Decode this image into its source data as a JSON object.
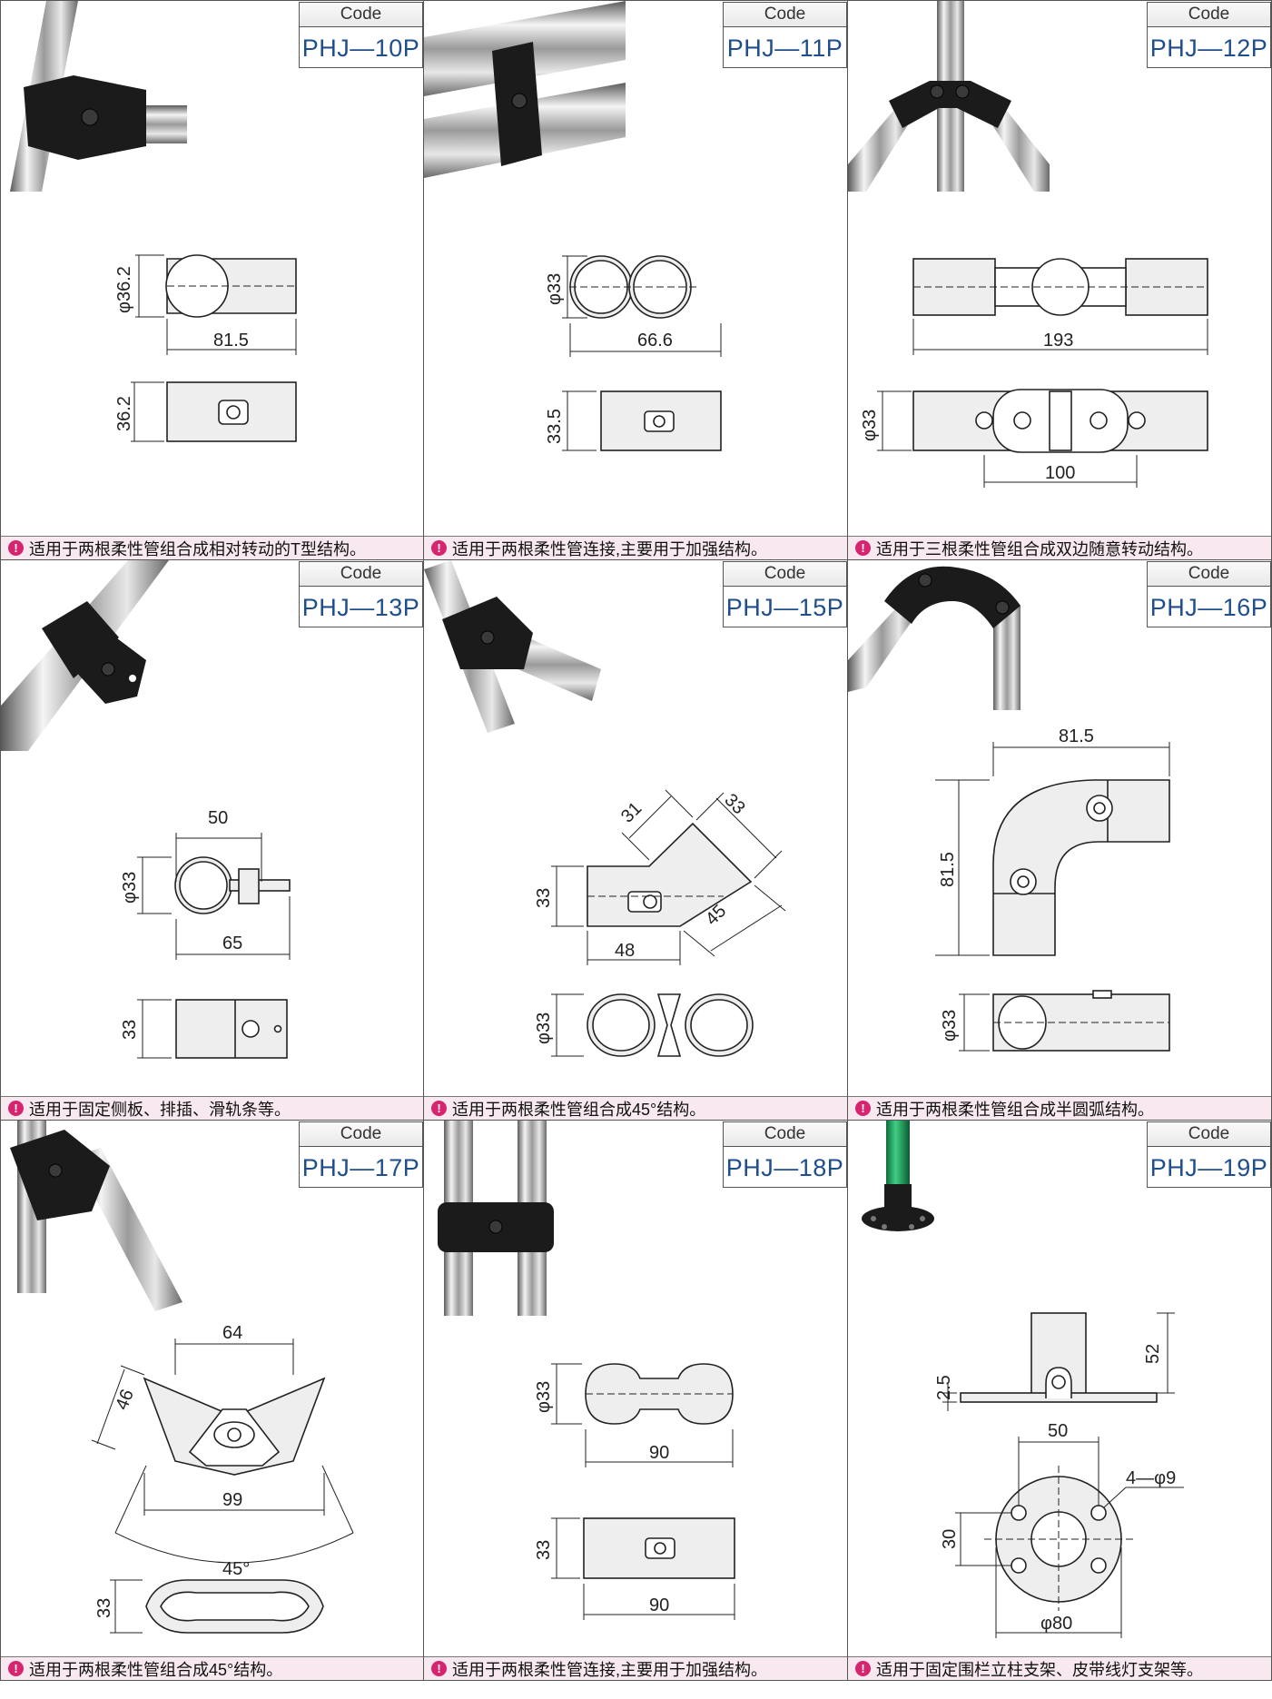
{
  "code_label": "Code",
  "cells": [
    {
      "code": "PHJ—10P",
      "description": "适用于两根柔性管组合成相对转动的T型结构。",
      "dims": [
        "φ36.2",
        "81.5",
        "36.2"
      ]
    },
    {
      "code": "PHJ—11P",
      "description": "适用于两根柔性管连接,主要用于加强结构。",
      "dims": [
        "φ33",
        "66.6",
        "33.5"
      ]
    },
    {
      "code": "PHJ—12P",
      "description": "适用于三根柔性管组合成双边随意转动结构。",
      "dims": [
        "193",
        "φ33",
        "100"
      ]
    },
    {
      "code": "PHJ—13P",
      "description": "适用于固定侧板、排插、滑轨条等。",
      "dims": [
        "50",
        "φ33",
        "65",
        "33"
      ]
    },
    {
      "code": "PHJ—15P",
      "description": "适用于两根柔性管组合成45°结构。",
      "dims": [
        "31",
        "33",
        "33",
        "45",
        "48",
        "φ33"
      ]
    },
    {
      "code": "PHJ—16P",
      "description": "适用于两根柔性管组合成半圆弧结构。",
      "dims": [
        "81.5",
        "81.5",
        "φ33"
      ]
    },
    {
      "code": "PHJ—17P",
      "description": "适用于两根柔性管组合成45°结构。",
      "dims": [
        "64",
        "46",
        "99",
        "45°",
        "33"
      ]
    },
    {
      "code": "PHJ—18P",
      "description": "适用于两根柔性管连接,主要用于加强结构。",
      "dims": [
        "φ33",
        "90",
        "33",
        "90"
      ]
    },
    {
      "code": "PHJ—19P",
      "description": "适用于固定围栏立柱支架、皮带线灯支架等。",
      "dims": [
        "2.5",
        "52",
        "50",
        "4—φ9",
        "30",
        "φ80"
      ]
    }
  ],
  "colors": {
    "code_text": "#1f4e8c",
    "footer_bg": "#f7e9ef",
    "bullet": "#d6246e",
    "connector": "#1b1b1b",
    "green_pipe": "#1e9a5a"
  },
  "icons": {
    "bullet": "exclamation-circle-icon"
  }
}
